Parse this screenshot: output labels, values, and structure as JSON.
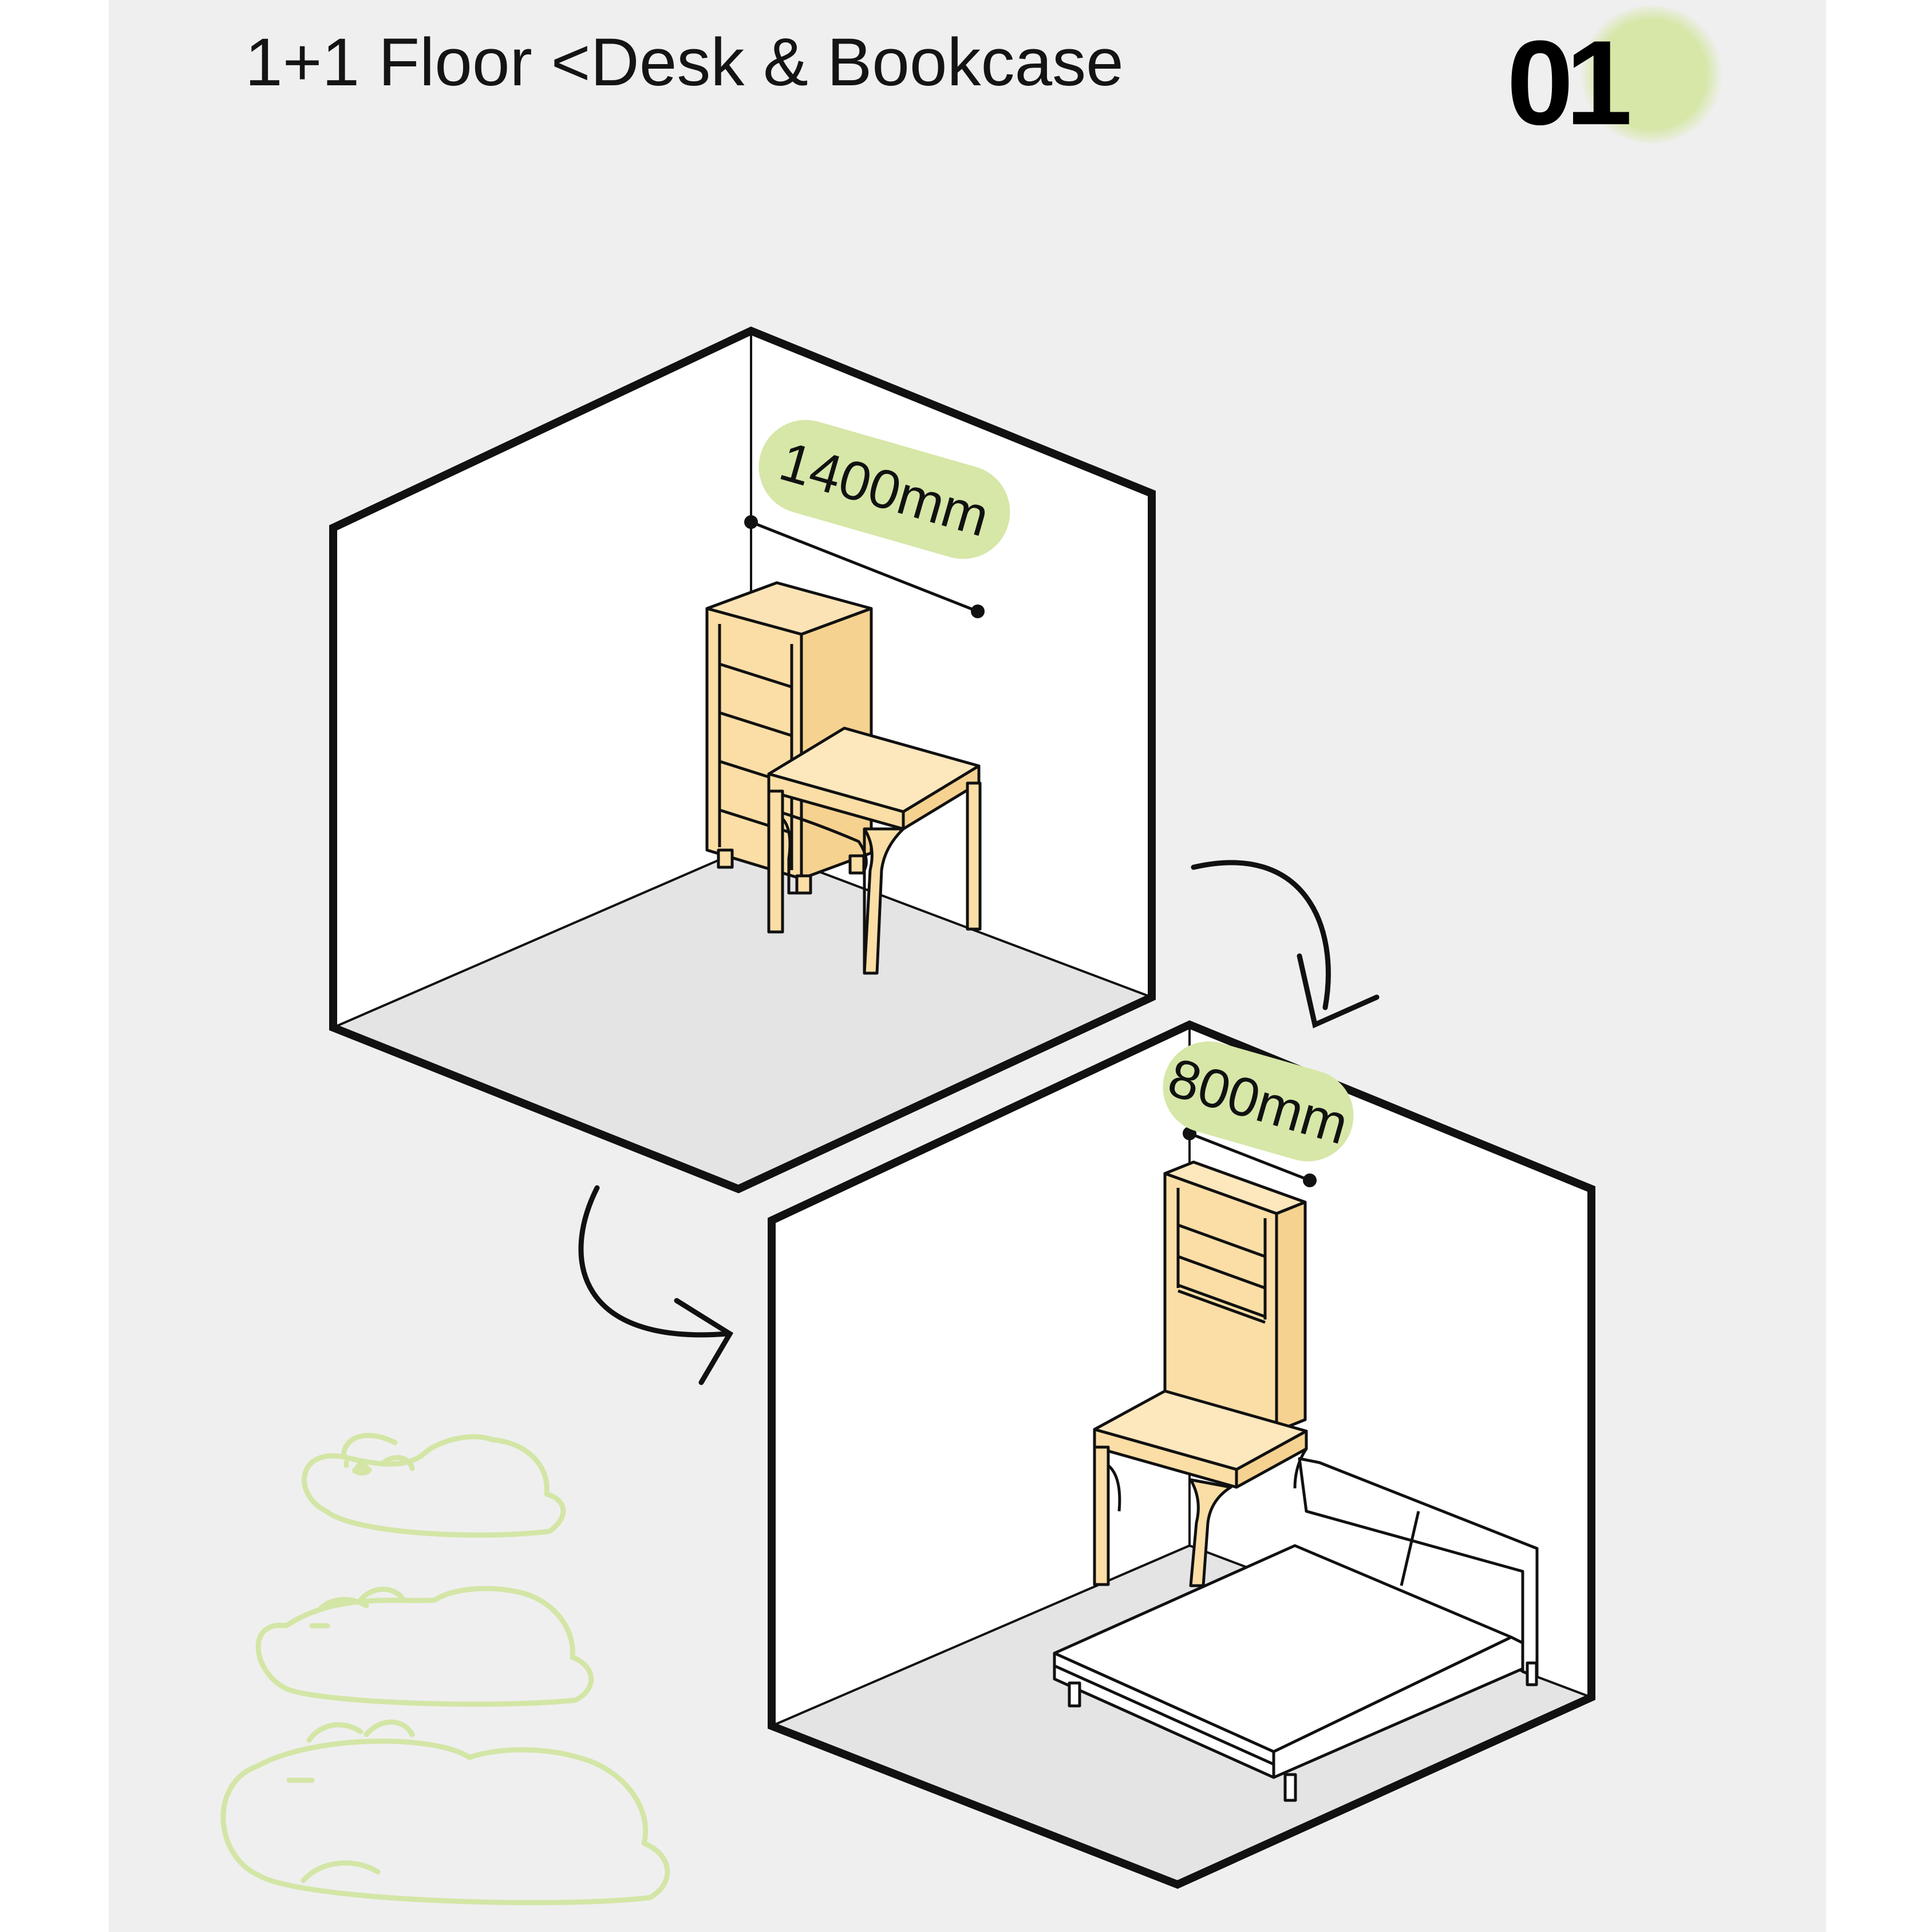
{
  "header": {
    "title": "1+1 Floor <Desk & Bookcase",
    "badge": "01"
  },
  "room_1": {
    "dimension_label": "1400mm"
  },
  "room_2": {
    "dimension_label": "800mm"
  },
  "colors": {
    "background": "#efefef",
    "wood": "#fbdea6",
    "label_pill": "#d6e7a8",
    "mascot_outline": "#d3e6a6",
    "floor": "#e4e4e4",
    "outline": "#111111"
  },
  "icons": [
    "curved-arrow-icon",
    "capybara-stack-icon"
  ]
}
